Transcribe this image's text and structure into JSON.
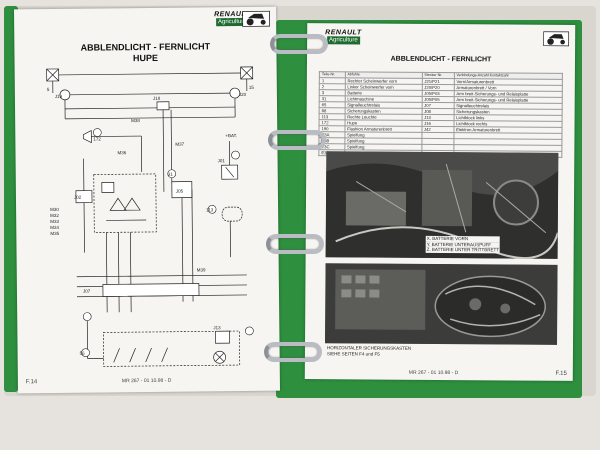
{
  "brand": {
    "name": "RENAULT",
    "sub": "Agriculture"
  },
  "left_page": {
    "title_line1": "ABBLENDLICHT - FERNLICHT",
    "title_line2": "HUPE",
    "page_number": "F.14",
    "doc_ref": "MR 267 - 01 10.98 - D",
    "labels": {
      "w1": "5",
      "w2": "15",
      "c_left": "J19",
      "c_right": "J20",
      "c_top": "J18",
      "horn": "172",
      "sw": "31",
      "relay1": "J05",
      "relay2": "J01",
      "box1": "113",
      "fuse": "J02",
      "fuse_label": "+BAT.",
      "bus": "J07",
      "bottom_block": "56",
      "lamp_block": "J13",
      "wires": [
        "M30",
        "M32",
        "M33",
        "M34",
        "M35",
        "M36",
        "M37",
        "M38",
        "M39"
      ]
    }
  },
  "right_page": {
    "title": "ABBLENDLICHT - FERNLICHT",
    "page_number": "F.15",
    "doc_ref": "MR 267 - 01 10.98 - D",
    "table_headers": [
      "Teile-Nr.",
      "Abfuhle",
      "Stecker Nr.",
      "Verbindungs-Anzahl Kontaktzahl"
    ],
    "table_rows": [
      [
        "1",
        "Rechter Scheinwerfer vorn",
        "J21/P21",
        "Vorn/Armaturenbrett"
      ],
      [
        "2",
        "Linker Scheinwerfer vorn",
        "J20/P20",
        "Armaturenbrett / Vorn"
      ],
      [
        "3",
        "Batterie",
        "J05/P03",
        "Arm breit-Sicherungs- und Relaisplatte"
      ],
      [
        "31",
        "Lichtmaschine",
        "J05/P05",
        "Arm breit-Sicherungs- und Relaisplatte"
      ],
      [
        "65",
        "Signalleuchtrelais",
        "J07",
        "Signalleuchtrelais"
      ],
      [
        "88",
        "Sicherungskasten",
        "J08",
        "Sicherungskasten"
      ],
      [
        "113",
        "Rechte Leuchte",
        "J13",
        "Lichtblock links"
      ],
      [
        "172",
        "Hupe",
        "J16",
        "Lichtblock rechts"
      ],
      [
        "190",
        "Flashion Armaturenbrett",
        "J42",
        "Elektron Armaturenbrett"
      ],
      [
        "E3A",
        "Spielfung",
        "",
        ""
      ],
      [
        "E3B",
        "Spielfung",
        "",
        ""
      ],
      [
        "E3C",
        "Spielfung",
        "",
        ""
      ],
      [
        "E3D",
        "Spielfung",
        "",
        ""
      ]
    ],
    "photo1_caption": [
      "X. BATTERIE VORN",
      "Y. BATTERIE UNTERAUSPUFF",
      "Z. BATTERIE UNTER TRITTBRETT"
    ],
    "photo2_caption": [
      "HORIZONTALER SICHERUNGSKASTEN",
      "SIEHE SEITEN F4 und F5"
    ]
  },
  "colors": {
    "binder_green": "#2e8f3f",
    "paper": "#f6f5f1",
    "ring_metal": "#b9bcc2"
  }
}
